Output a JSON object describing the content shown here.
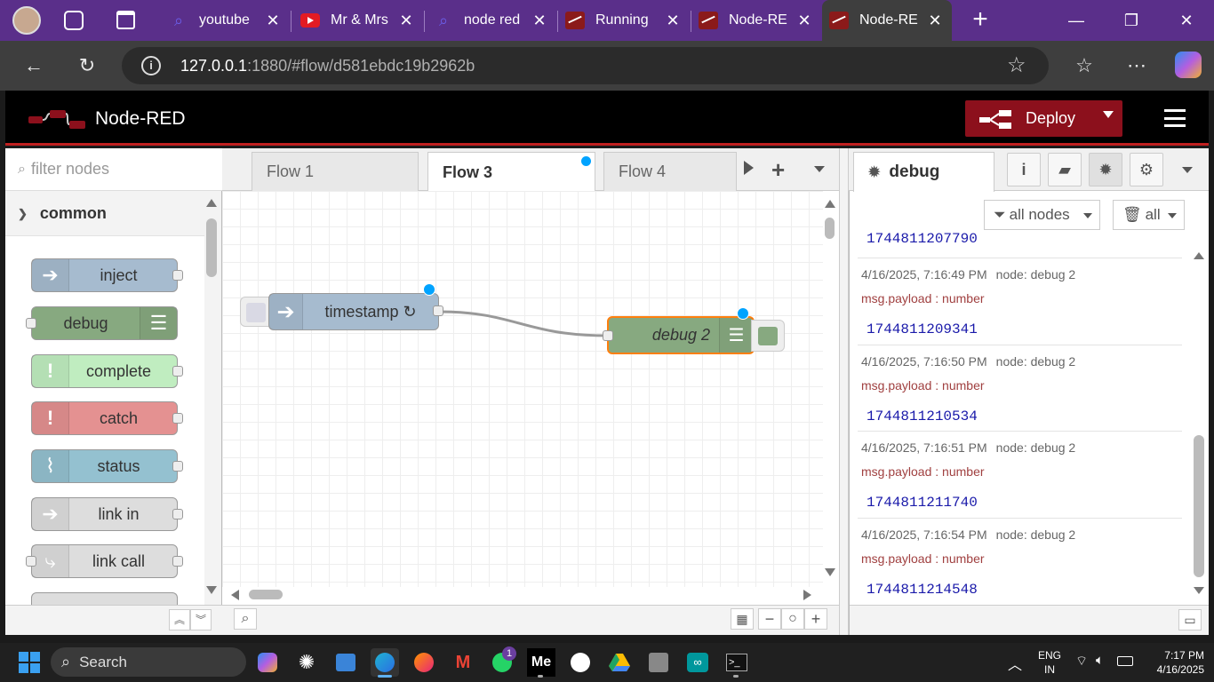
{
  "browser": {
    "tabs": [
      {
        "label": "youtube",
        "icon": "search-icon"
      },
      {
        "label": "Mr & Mrs",
        "icon": "youtube-icon"
      },
      {
        "label": "node red",
        "icon": "search-icon"
      },
      {
        "label": "Running",
        "icon": "node-red-icon"
      },
      {
        "label": "Node-RE",
        "icon": "node-red-icon"
      },
      {
        "label": "Node-RE",
        "icon": "node-red-icon"
      }
    ],
    "new_tab": "+",
    "url_host": "127.0.0.1",
    "url_rest": ":1880/#flow/d581ebdc19b2962b"
  },
  "app": {
    "title": "Node-RED",
    "deploy_label": "Deploy"
  },
  "palette": {
    "filter_placeholder": "filter nodes",
    "category": "common",
    "nodes": [
      {
        "label": "inject",
        "color": "#a6bbcf"
      },
      {
        "label": "debug",
        "color": "#87a980"
      },
      {
        "label": "complete",
        "color": "#c0edc0"
      },
      {
        "label": "catch",
        "color": "#e49191"
      },
      {
        "label": "status",
        "color": "#94c1d0"
      },
      {
        "label": "link in",
        "color": "#dddddd"
      },
      {
        "label": "link call",
        "color": "#dddddd"
      }
    ]
  },
  "workspace": {
    "tabs": [
      {
        "label": "Flow 1"
      },
      {
        "label": "Flow 3"
      },
      {
        "label": "Flow 4"
      }
    ],
    "nodes": {
      "inject": {
        "label": "timestamp ↻"
      },
      "debug": {
        "label": "debug 2"
      }
    }
  },
  "sidebar": {
    "active_tab": "debug",
    "filter_nodes": "all nodes",
    "filter_clear": "all",
    "partial_top_value": "1744811207790",
    "messages": [
      {
        "time": "4/16/2025, 7:16:49 PM",
        "node": "node: debug 2",
        "topic": "msg.payload : number",
        "value": "1744811209341"
      },
      {
        "time": "4/16/2025, 7:16:50 PM",
        "node": "node: debug 2",
        "topic": "msg.payload : number",
        "value": "1744811210534"
      },
      {
        "time": "4/16/2025, 7:16:51 PM",
        "node": "node: debug 2",
        "topic": "msg.payload : number",
        "value": "1744811211740"
      },
      {
        "time": "4/16/2025, 7:16:54 PM",
        "node": "node: debug 2",
        "topic": "msg.payload : number",
        "value": "1744811214548"
      }
    ]
  },
  "taskbar": {
    "search_label": "Search",
    "lang_top": "ENG",
    "lang_bottom": "IN",
    "time": "7:17 PM",
    "date": "4/16/2025",
    "whatsapp_badge": "1"
  }
}
